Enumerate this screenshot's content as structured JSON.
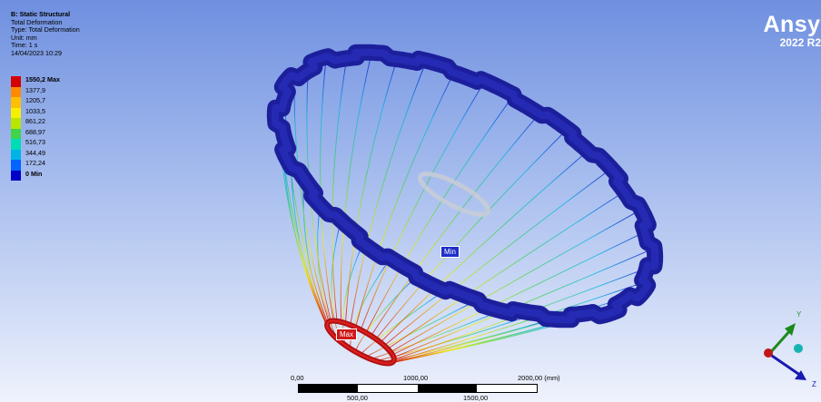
{
  "info": {
    "title": "B: Static Structural",
    "lines": [
      "Total Deformation",
      "Type: Total Deformation",
      "Unit: mm",
      "Time: 1 s",
      "14/04/2023 10:29"
    ]
  },
  "legend": {
    "entries": [
      {
        "label": "1550,2 Max",
        "color": "#d40000"
      },
      {
        "label": "1377,9",
        "color": "#ff8a00"
      },
      {
        "label": "1205,7",
        "color": "#ffbf00"
      },
      {
        "label": "1033,5",
        "color": "#f7ef00"
      },
      {
        "label": "861,22",
        "color": "#b8e600"
      },
      {
        "label": "688,97",
        "color": "#3fd44a"
      },
      {
        "label": "516,73",
        "color": "#00dcb4"
      },
      {
        "label": "344,49",
        "color": "#00b4e6"
      },
      {
        "label": "172,24",
        "color": "#0064ff"
      },
      {
        "label": "0 Min",
        "color": "#0000c8"
      }
    ]
  },
  "brand": {
    "name": "Ansys",
    "version": "2022 R2"
  },
  "probes": {
    "min": "Min",
    "max": "Max"
  },
  "scale": {
    "top": [
      "0,00",
      "1000,00",
      "2000,00 (mm)"
    ],
    "bottom": [
      "500,00",
      "1500,00"
    ]
  },
  "triad": {
    "y": "Y",
    "z": "Z"
  },
  "colors": {
    "ring": "#1c1f9c",
    "ring_top": "#2a2fbf",
    "max": "#b01010",
    "min": "#1f2fc8"
  }
}
